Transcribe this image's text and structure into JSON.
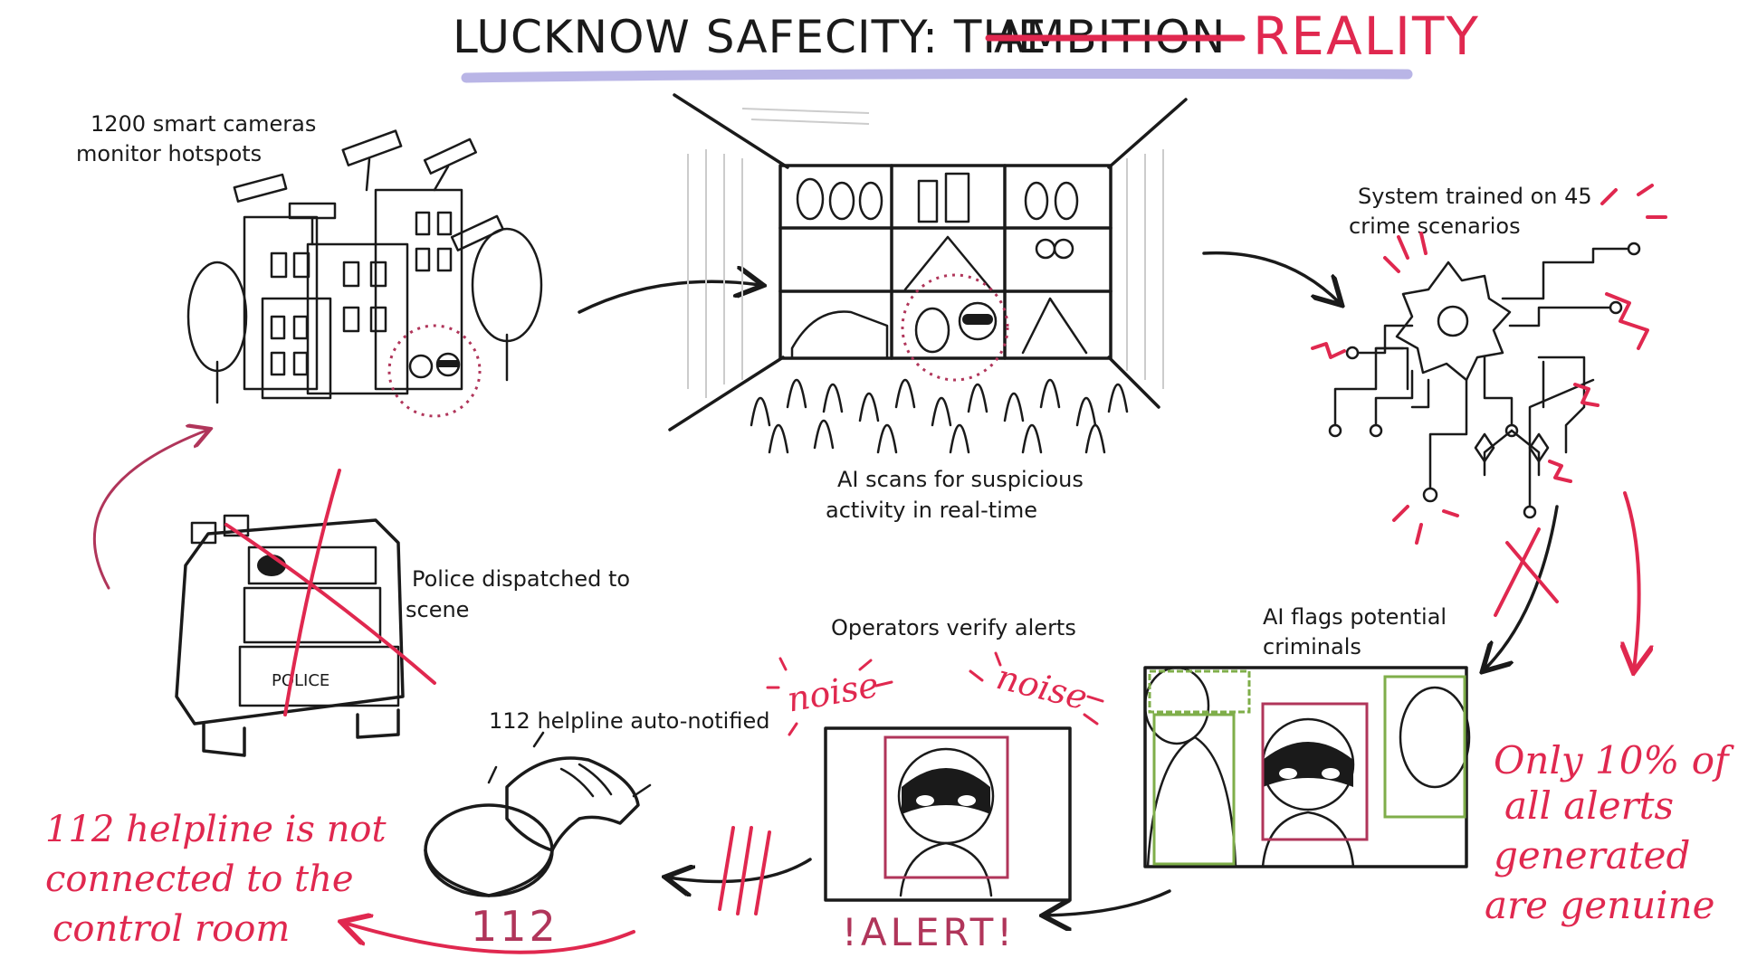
{
  "title": {
    "prefix": "LUCKNOW SAFECITY: THE",
    "struck": "AMBITION",
    "correction": "REALITY"
  },
  "steps": {
    "cameras": [
      "1200 smart cameras",
      "monitor hotspots"
    ],
    "ai_scan": [
      "AI scans for suspicious",
      "activity in real-time"
    ],
    "training": [
      "System trained on 45",
      "crime scenarios"
    ],
    "flags": [
      "AI flags potential",
      "criminals"
    ],
    "verify": "Operators verify alerts",
    "helpline": "112 helpline auto-notified",
    "police": [
      "Police dispatched to",
      "scene"
    ]
  },
  "reality": {
    "genuine_alerts": [
      "Only 10% of",
      "all alerts",
      "generated",
      "are genuine"
    ],
    "helpline_gap": [
      "112 helpline is not",
      "connected to the",
      "control room"
    ]
  },
  "sketch_text": {
    "noise_left": "noise",
    "noise_right": "noise",
    "alert": "!ALERT!",
    "button_number": "112",
    "van_label": "POLICE"
  },
  "colors": {
    "ink": "#1a1a1a",
    "red": "#e0284f",
    "plum": "#b0355a",
    "orange": "#f2a33a",
    "green": "#7fae4a",
    "lavender": "#b9b5e6",
    "pink": "#e7b8c6"
  }
}
